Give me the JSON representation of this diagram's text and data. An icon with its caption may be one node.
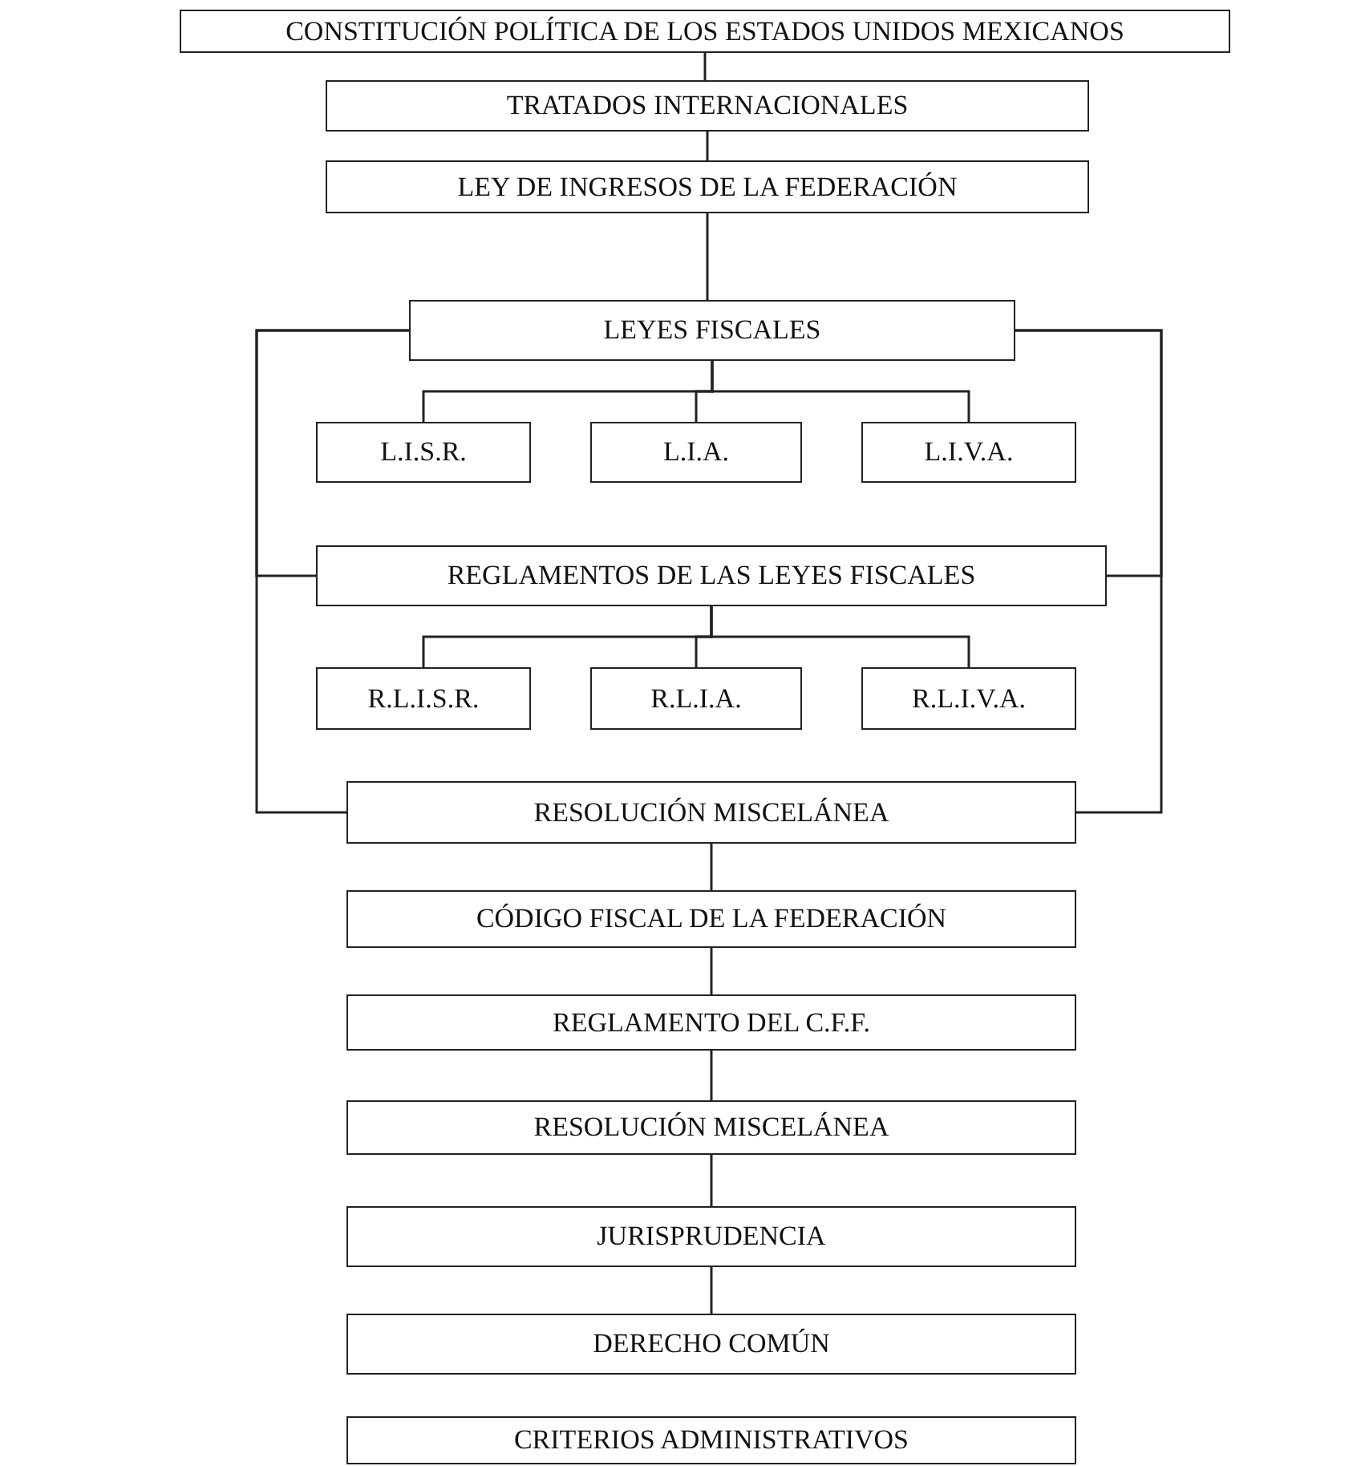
{
  "diagram": {
    "nodes": [
      {
        "text": [
          "CONSTITUCIÓN POLÍTICA DE LOS ESTADOS UNIDOS MEXICANOS"
        ]
      },
      {
        "text": [
          "TRATADOS INTERNACIONALES"
        ]
      },
      {
        "text": [
          "LEY DE INGRESOS DE LA FEDERACIÓN"
        ]
      },
      {
        "text": [
          "LEYES FISCALES"
        ]
      },
      {
        "text": [
          "L.I.S.R."
        ]
      },
      {
        "text": [
          "L.I.A."
        ]
      },
      {
        "text": [
          "L.I.V.A."
        ]
      },
      {
        "text": [
          "REGLAMENTOS DE LAS LEYES FISCALES"
        ]
      },
      {
        "text": [
          "R.L.I.S.R."
        ]
      },
      {
        "text": [
          "R.L.I.A."
        ]
      },
      {
        "text": [
          "R.L.I.V.A."
        ]
      },
      {
        "text": [
          "RESOLUCIÓN MISCELÁNEA"
        ]
      },
      {
        "text": [
          "CÓDIGO FISCAL DE LA FEDERACIÓN"
        ]
      },
      {
        "text": [
          "REGLAMENTO DEL C.F.F."
        ]
      },
      {
        "text": [
          "RESOLUCIÓN MISCELÁNEA"
        ]
      },
      {
        "text": [
          "JURISPRUDENCIA"
        ]
      },
      {
        "text": [
          "DERECHO COMÚN"
        ]
      },
      {
        "text": [
          "CRITERIOS ADMINISTRATIVOS"
        ]
      }
    ],
    "edges": [
      {
        "from": 0,
        "to": 1,
        "arrow": "none"
      },
      {
        "from": 1,
        "to": 2,
        "arrow": "none"
      },
      {
        "from": 2,
        "to": 3,
        "arrow": "none"
      },
      {
        "from": 3,
        "to": 4,
        "arrow": "none"
      },
      {
        "from": 3,
        "to": 5,
        "arrow": "none"
      },
      {
        "from": 3,
        "to": 6,
        "arrow": "none"
      },
      {
        "from": 3,
        "to": 7,
        "arrow": "none"
      },
      {
        "from": 3,
        "to": 11,
        "arrow": "none"
      },
      {
        "from": 3,
        "to": 7,
        "arrow": "none"
      },
      {
        "from": 3,
        "to": 11,
        "arrow": "none"
      },
      {
        "from": 7,
        "to": 8,
        "arrow": "none"
      },
      {
        "from": 7,
        "to": 9,
        "arrow": "none"
      },
      {
        "from": 7,
        "to": 10,
        "arrow": "none"
      },
      {
        "from": 11,
        "to": 12,
        "arrow": "none"
      },
      {
        "from": 12,
        "to": 13,
        "arrow": "none"
      },
      {
        "from": 13,
        "to": 14,
        "arrow": "none"
      },
      {
        "from": 14,
        "to": 15,
        "arrow": "none"
      },
      {
        "from": 15,
        "to": 16,
        "arrow": "none"
      }
    ]
  }
}
